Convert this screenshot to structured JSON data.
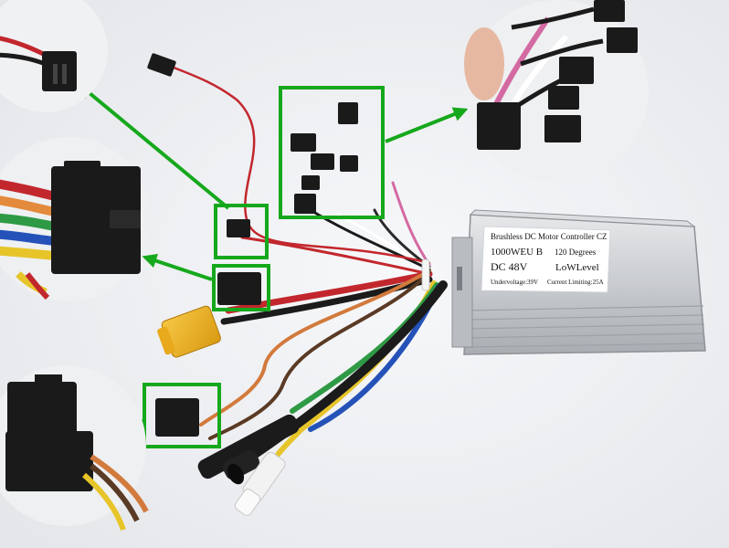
{
  "photo": {
    "subject": "brushless-controller-wiring"
  },
  "controller_label": {
    "line1": "Brushless DC Motor Controller  CZ",
    "model": "1000WEU B",
    "degrees": "120 Degrees",
    "voltage": "DC 48V",
    "level": "LoWLevel",
    "undervoltage": "Undervoltage:39V",
    "current_limit": "Current Limiting:25A"
  },
  "colors": {
    "highlight": "#16a81c",
    "background": "#eceef1",
    "controller": "#c9ccd0",
    "connector": "#1a1a1a",
    "xt60": "#f0b62a"
  }
}
